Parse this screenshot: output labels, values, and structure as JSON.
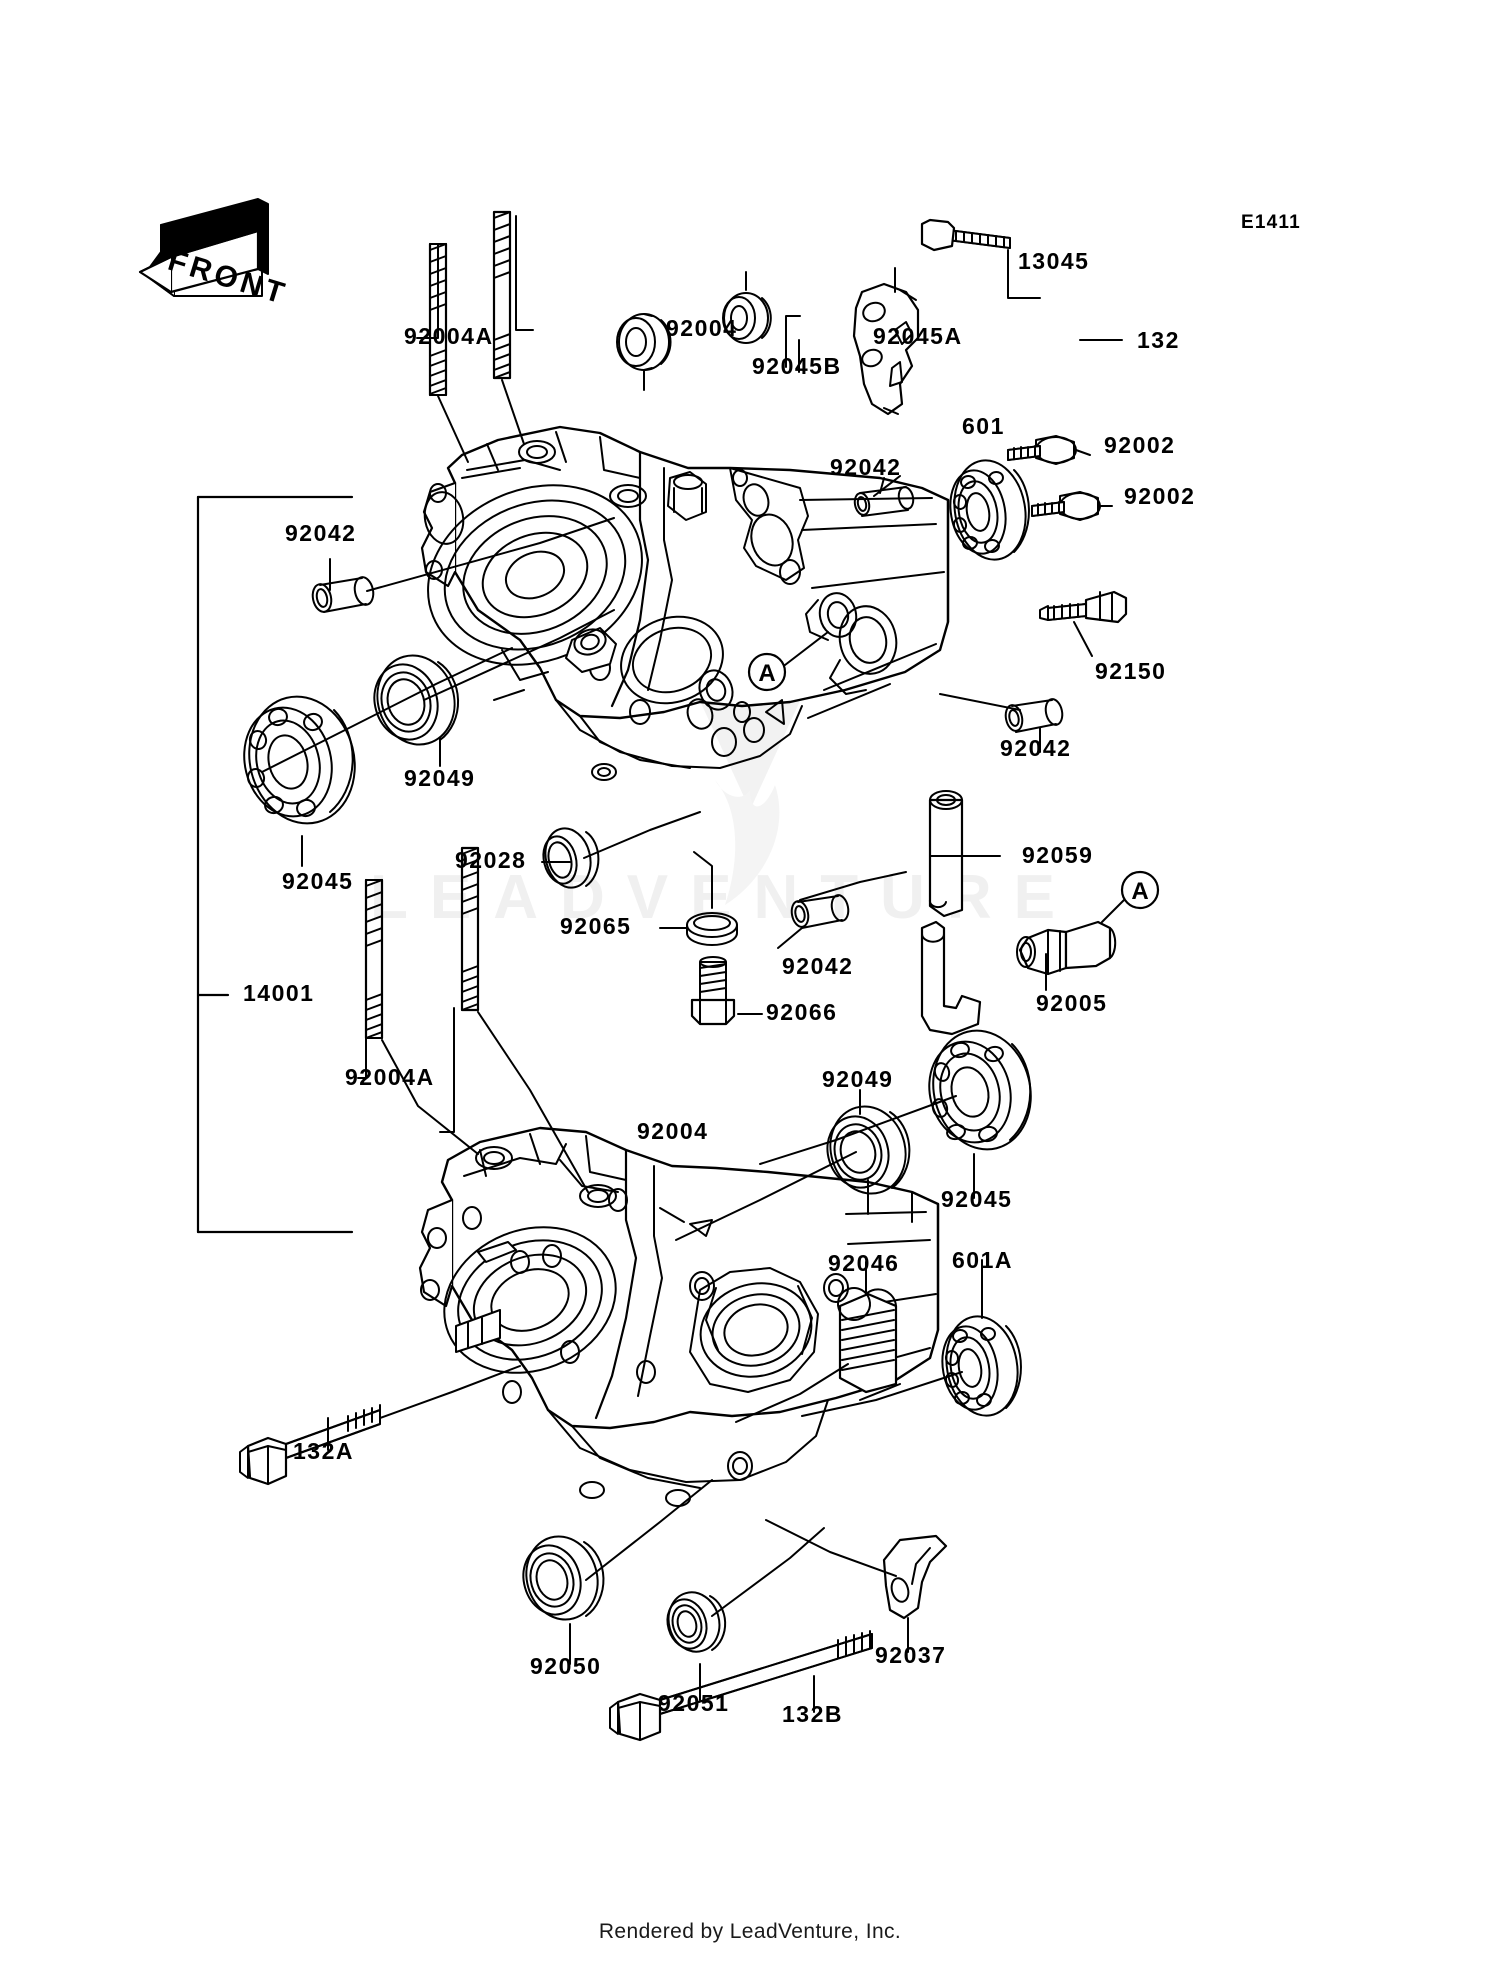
{
  "page": {
    "diagram_code": "E1411",
    "footer": "Rendered by LeadVenture, Inc.",
    "watermark_text": "LEADVENTURE",
    "orientation_marker": "FRONT",
    "assembly_ref": "14001",
    "section_marker_a": "A",
    "ink_color": "#000000",
    "background_color": "#ffffff"
  },
  "labels": {
    "front_arrow": "FRONT",
    "diagram_code": "E1411",
    "assembly": "14001",
    "marker_a_upper": "A",
    "marker_a_right": "A",
    "upper": {
      "stud_long_a_top": "92004A",
      "stud_long_top": "92004",
      "bearing_b": "92045B",
      "bearing_a": "92045A",
      "bracket": "13045",
      "bolt_132": "132",
      "dowel_top": "92042",
      "bearing_601": "601",
      "screw_1": "92002",
      "screw_2": "92002",
      "dowel_left": "92042",
      "oil_seal_92049": "92049",
      "bearing_92045": "92045",
      "sensor_92150": "92150",
      "dowel_right": "92042",
      "collar_92028": "92028",
      "washer_92065": "92065",
      "dowel_lower": "92042",
      "drain_plug_92066": "92066",
      "pipe_92059": "92059",
      "fitting_92005": "92005"
    },
    "lower": {
      "stud_long_a": "92004A",
      "stud_long": "92004",
      "oil_seal_92049": "92049",
      "bearing_92045": "92045",
      "needle_bearing_92046": "92046",
      "bearing_601a": "601A",
      "bolt_132a": "132A",
      "oil_seal_92050": "92050",
      "oil_seal_92051": "92051",
      "bolt_132b": "132B",
      "clamp_92037": "92037"
    }
  },
  "parts_list": [
    {
      "ref": "14001",
      "name": "crankcase-assembly"
    },
    {
      "ref": "13045",
      "name": "bracket"
    },
    {
      "ref": "132",
      "name": "bolt"
    },
    {
      "ref": "132A",
      "name": "bolt"
    },
    {
      "ref": "132B",
      "name": "bolt"
    },
    {
      "ref": "601",
      "name": "bearing-ball"
    },
    {
      "ref": "601A",
      "name": "bearing-ball"
    },
    {
      "ref": "92002",
      "name": "screw"
    },
    {
      "ref": "92004",
      "name": "stud"
    },
    {
      "ref": "92004A",
      "name": "stud"
    },
    {
      "ref": "92005",
      "name": "fitting"
    },
    {
      "ref": "92028",
      "name": "bushing"
    },
    {
      "ref": "92037",
      "name": "clamp"
    },
    {
      "ref": "92042",
      "name": "pin-dowel"
    },
    {
      "ref": "92045",
      "name": "bearing-ball"
    },
    {
      "ref": "92045A",
      "name": "bearing-ball"
    },
    {
      "ref": "92045B",
      "name": "bearing-ball"
    },
    {
      "ref": "92046",
      "name": "bearing-needle"
    },
    {
      "ref": "92049",
      "name": "oil-seal"
    },
    {
      "ref": "92050",
      "name": "oil-seal"
    },
    {
      "ref": "92051",
      "name": "oil-seal"
    },
    {
      "ref": "92059",
      "name": "tube"
    },
    {
      "ref": "92065",
      "name": "gasket-washer"
    },
    {
      "ref": "92066",
      "name": "plug-drain"
    },
    {
      "ref": "92150",
      "name": "bolt-sensor"
    }
  ]
}
